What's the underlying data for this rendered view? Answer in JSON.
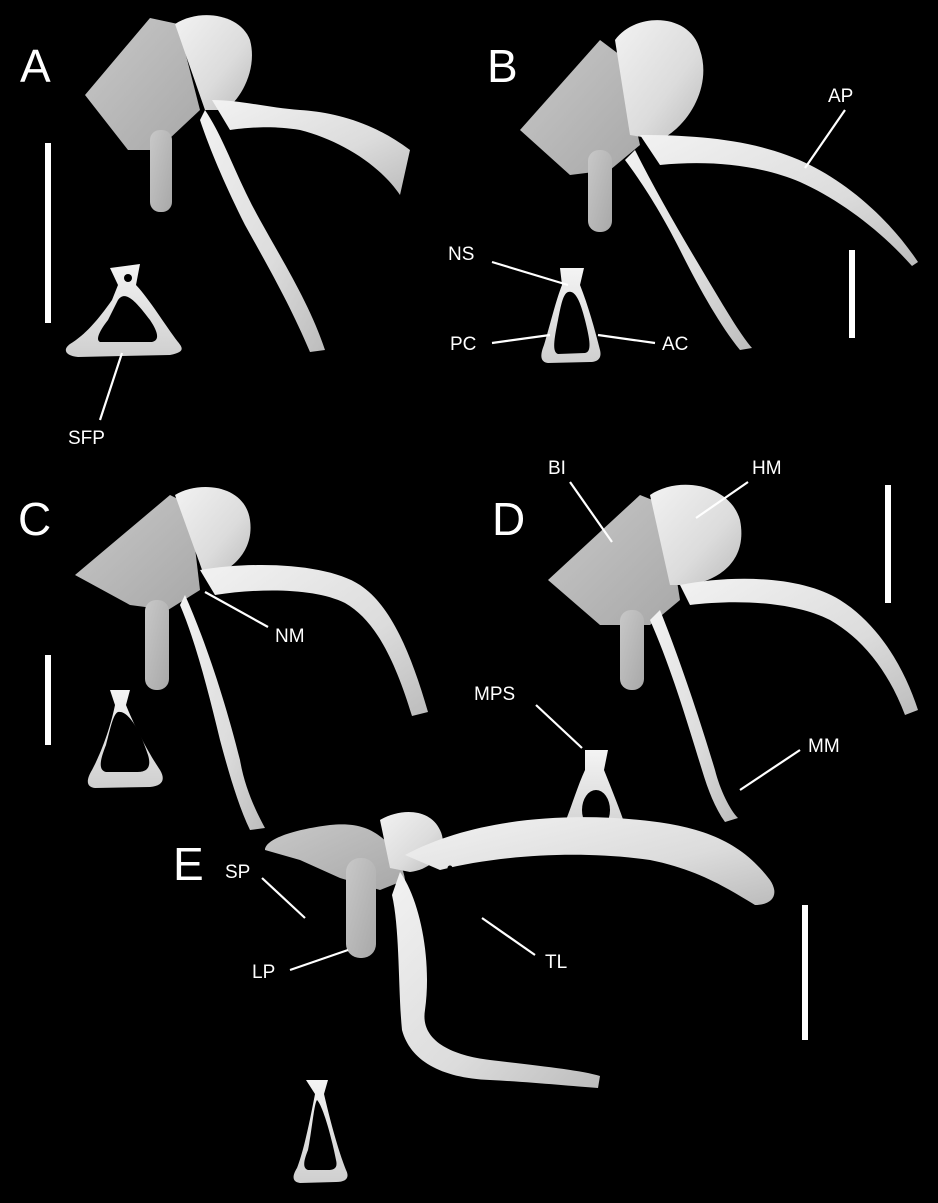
{
  "figure": {
    "panels": [
      {
        "letter": "A"
      },
      {
        "letter": "B"
      },
      {
        "letter": "C"
      },
      {
        "letter": "D"
      },
      {
        "letter": "E"
      }
    ],
    "labels": {
      "sfp": "SFP",
      "ap": "AP",
      "ns": "NS",
      "pc": "PC",
      "ac": "AC",
      "nm": "NM",
      "bi": "BI",
      "hm": "HM",
      "mps": "MPS",
      "mm": "MM",
      "sp": "SP",
      "lp": "LP",
      "tl": "TL"
    },
    "colors": {
      "background": "#000000",
      "bone_light": "#ebebeb",
      "bone_shade": "#bdbdbd",
      "foreground": "#ffffff"
    }
  }
}
